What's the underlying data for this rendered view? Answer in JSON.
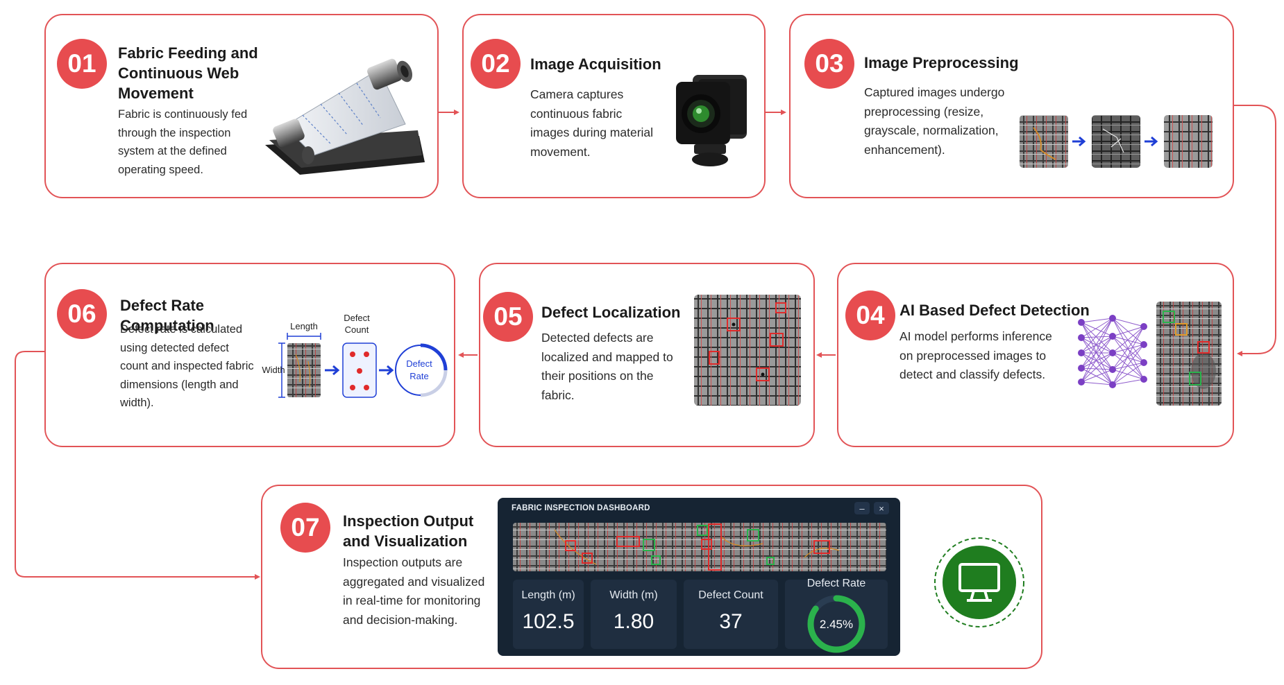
{
  "steps": [
    {
      "number": "01",
      "title": "Fabric Feeding and Continuous Web Movement",
      "desc": "Fabric is continuously fed through the inspection system at the defined operating speed.",
      "illustration": "fabric-roller-machine"
    },
    {
      "number": "02",
      "title": "Image Acquisition",
      "desc": "Camera captures continuous fabric images during material movement.",
      "illustration": "industrial-camera"
    },
    {
      "number": "03",
      "title": "Image Preprocessing",
      "desc": "Captured images undergo preprocessing (resize, grayscale, normalization, enhancement).",
      "illustration": "preprocessing-sequence"
    },
    {
      "number": "04",
      "title": "AI Based Defect Detection",
      "desc": "AI model performs inference on preprocessed images to detect and classify defects.",
      "illustration": "neural-network-and-detections"
    },
    {
      "number": "05",
      "title": "Defect Localization",
      "desc": "Detected defects are localized and mapped to their positions on the fabric.",
      "illustration": "localized-defect-boxes"
    },
    {
      "number": "06",
      "title": "Defect Rate Computation",
      "desc": "Defect rate is calculated using detected defect count and inspected fabric dimensions (length and width).",
      "illustration": "defect-rate-flow"
    },
    {
      "number": "07",
      "title": "Inspection Output and Visualization",
      "desc": "Inspection outputs are aggregated and visualized in real-time for monitoring and decision-making.",
      "illustration": "dashboard-and-monitor"
    }
  ],
  "step6_diagram": {
    "length_label": "Length",
    "width_label": "Width",
    "count_label": "Defect Count",
    "rate_label": "Defect Rate"
  },
  "dashboard": {
    "title": "FABRIC INSPECTION DASHBOARD",
    "minimize": "–",
    "close": "×",
    "stats": [
      {
        "label": "Length (m)",
        "value": "102.5"
      },
      {
        "label": "Width (m)",
        "value": "1.80"
      },
      {
        "label": "Defect Count",
        "value": "37"
      }
    ],
    "rate_label": "Defect Rate",
    "rate_value": "2.45%",
    "rate_fraction": 0.85
  },
  "colors": {
    "accent_red": "#e74c4f",
    "border_red": "#e25356",
    "detect_green": "#2bb24c",
    "flow_blue": "#1f3fd6",
    "network_purple": "#7b3fc4",
    "monitor_green": "#1f7d1f"
  }
}
